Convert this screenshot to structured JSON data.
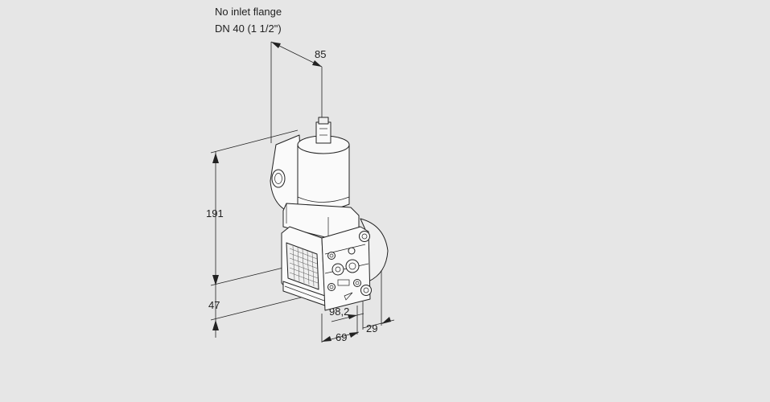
{
  "note": {
    "line1": "No inlet flange",
    "line2": "DN 40 (1 1/2\")"
  },
  "dimensions": {
    "top_width": "85",
    "height_main": "191",
    "height_lower": "47",
    "depth_a": "98,2",
    "depth_b": "29",
    "width_bottom": "69"
  }
}
